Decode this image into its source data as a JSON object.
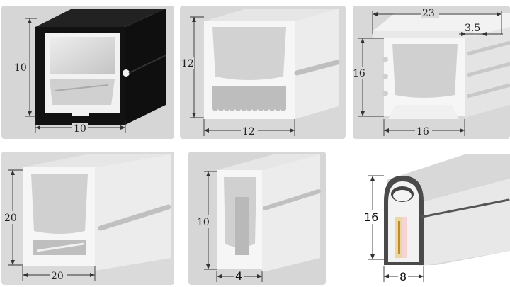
{
  "panels": [
    {
      "id": "p1",
      "height_label": "10",
      "width_label": "10"
    },
    {
      "id": "p2",
      "height_label": "12",
      "width_label": "12"
    },
    {
      "id": "p3",
      "height_label": "16",
      "width_label": "16",
      "top_label": "23",
      "flange_label": "3.5"
    },
    {
      "id": "p4",
      "height_label": "20",
      "width_label": "20"
    },
    {
      "id": "p5",
      "height_label": "10",
      "width_label": "4"
    },
    {
      "id": "p6",
      "height_label": "16",
      "width_label": "8"
    }
  ],
  "colors": {
    "panel_bg": "#dcdcdc",
    "profile_white": "#f4f4f4",
    "profile_shade": "#c8c8c8",
    "black_profile": "#151515",
    "led_strip": "#e9d9a0"
  }
}
